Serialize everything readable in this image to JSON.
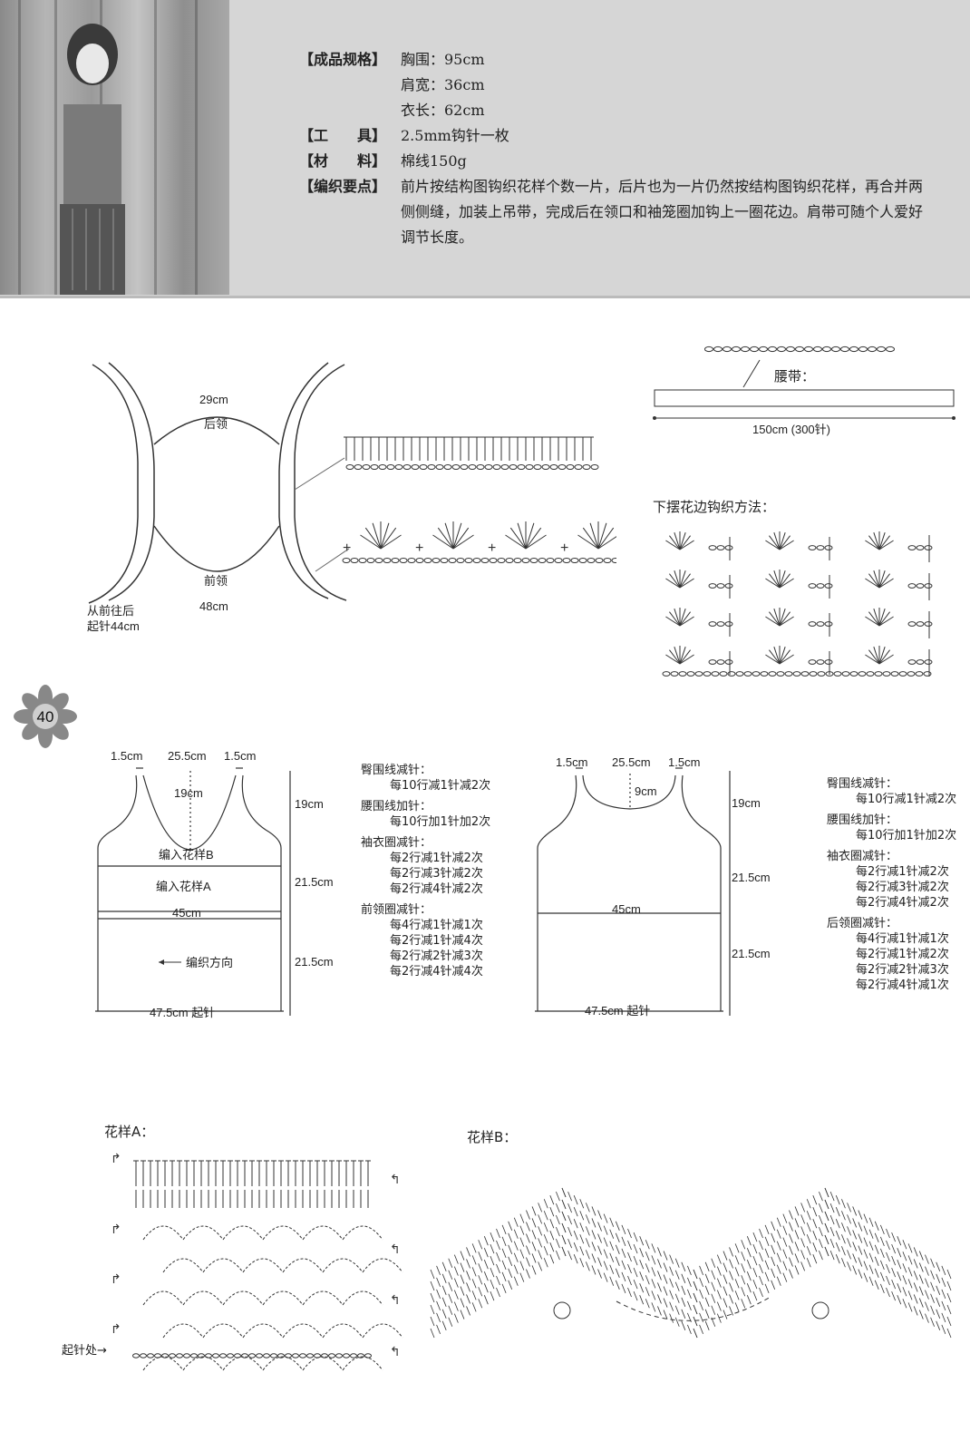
{
  "spec": {
    "rows": [
      {
        "key": "【成品规格】",
        "value": "胸围：95cm"
      },
      {
        "key": "",
        "value": "肩宽：36cm"
      },
      {
        "key": "",
        "value": "衣长：62cm"
      },
      {
        "key": "【工　　具】",
        "value": "2.5mm钩针一枚"
      },
      {
        "key": "【材　　料】",
        "value": "棉线150g"
      },
      {
        "key": "【编织要点】",
        "value": "前片按结构图钩织花样个数一片，后片也为一片仍然按结构图钩织花样，再合并两侧侧缝，加装上吊带，完成后在领口和袖笼圈加钩上一圈花边。肩带可随个人爱好调节长度。"
      }
    ]
  },
  "neck_diagram": {
    "top_len": "29cm",
    "top_name": "后领",
    "bottom_name": "前领",
    "bottom_len": "48cm",
    "start_note_1": "从前往后",
    "start_note_2": "起针44cm"
  },
  "belt": {
    "label": "腰带：",
    "length": "150cm (300针)"
  },
  "hem_title": "下摆花边钩织方法：",
  "page_number": "40",
  "front": {
    "top_dims": [
      "1.5cm",
      "25.5cm",
      "1.5cm"
    ],
    "neck_depth": "19cm",
    "pattern_b": "编入花样B",
    "pattern_a": "编入花样A",
    "waist": "45cm",
    "direction": "编织方向",
    "bottom": "47.5cm  起针",
    "right_dims": [
      "19cm",
      "21.5cm",
      "21.5cm"
    ]
  },
  "front_notes": [
    {
      "title": "臀围线减针：",
      "lines": [
        "每10行减1针减2次"
      ]
    },
    {
      "title": "腰围线加针：",
      "lines": [
        "每10行加1针加2次"
      ]
    },
    {
      "title": "袖衣圈减针：",
      "lines": [
        "每2行减1针减2次",
        "每2行减3针减2次",
        "每2行减4针减2次"
      ]
    },
    {
      "title": "前领圈减针：",
      "lines": [
        "每4行减1针减1次",
        "每2行减1针减4次",
        "每2行减2针减3次",
        "每2行减4针减4次"
      ]
    }
  ],
  "back": {
    "top_dims": [
      "1.5cm",
      "25.5cm",
      "1.5cm"
    ],
    "neck_depth": "9cm",
    "waist": "45cm",
    "bottom": "47.5cm  起针",
    "right_dims": [
      "19cm",
      "21.5cm",
      "21.5cm"
    ]
  },
  "back_notes": [
    {
      "title": "臀围线减针：",
      "lines": [
        "每10行减1针减2次"
      ]
    },
    {
      "title": "腰围线加针：",
      "lines": [
        "每10行加1针加2次"
      ]
    },
    {
      "title": "袖衣圈减针：",
      "lines": [
        "每2行减1针减2次",
        "每2行减3针减2次",
        "每2行减4针减2次"
      ]
    },
    {
      "title": "后领圈减针：",
      "lines": [
        "每4行减1针减1次",
        "每2行减1针减2次",
        "每2行减2针减3次",
        "每2行减4针减1次"
      ]
    }
  ],
  "pattern_a_title": "花样A：",
  "pattern_a_start": "起针处→",
  "pattern_b_title": "花样B："
}
